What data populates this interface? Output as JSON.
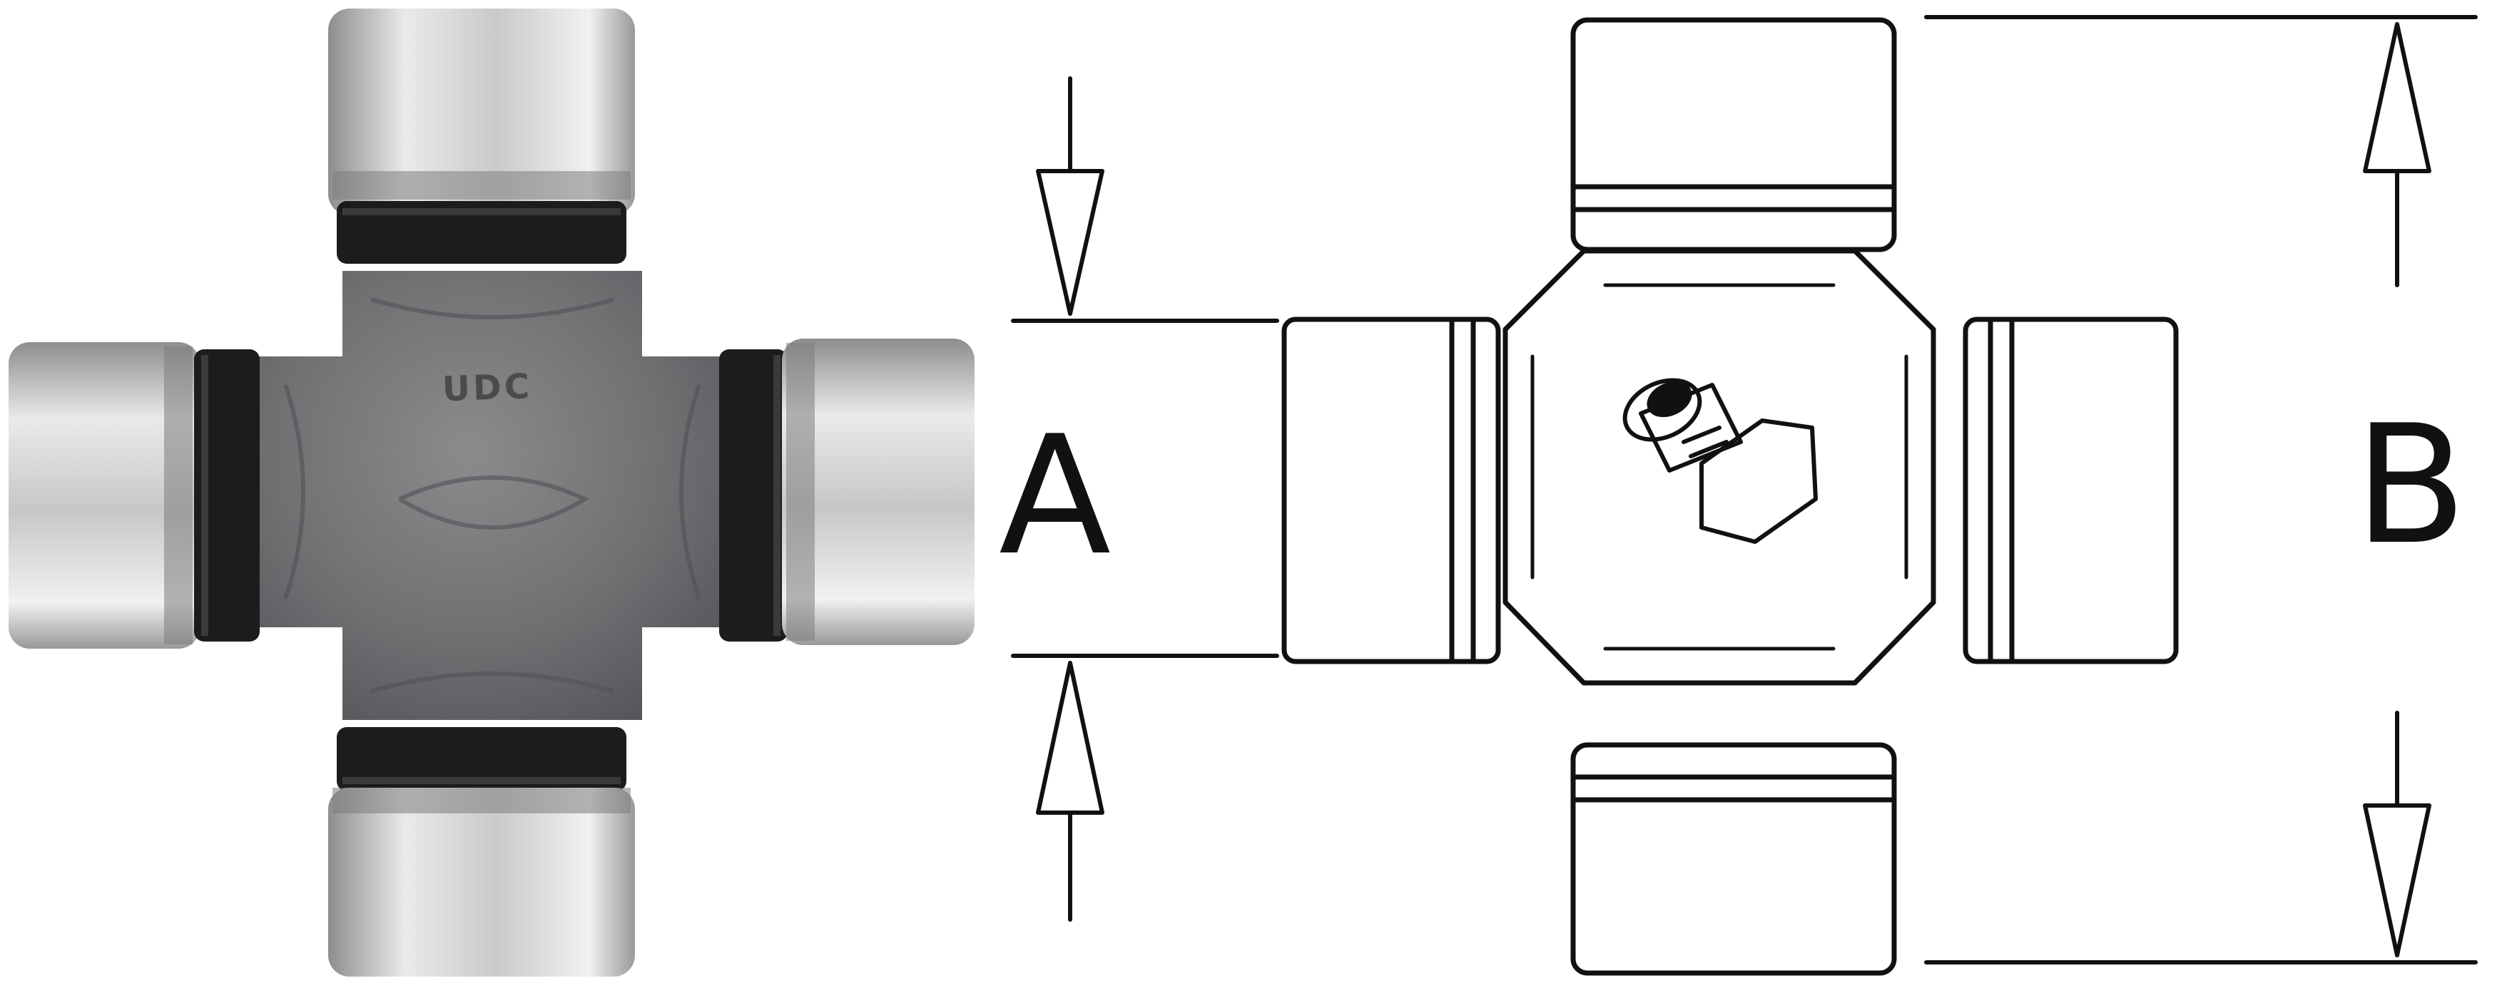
{
  "dimensions": {
    "a_label": "A",
    "b_label": "B"
  },
  "photo": {
    "stamp_text": "UDC"
  },
  "colors": {
    "steel_light": "#e4e5e6",
    "steel_mid": "#b9babc",
    "steel_dark": "#8a8b8d",
    "casting_gray": "#6f7072",
    "rubber_seal": "#1c1c1c",
    "line_ink": "#111111"
  }
}
